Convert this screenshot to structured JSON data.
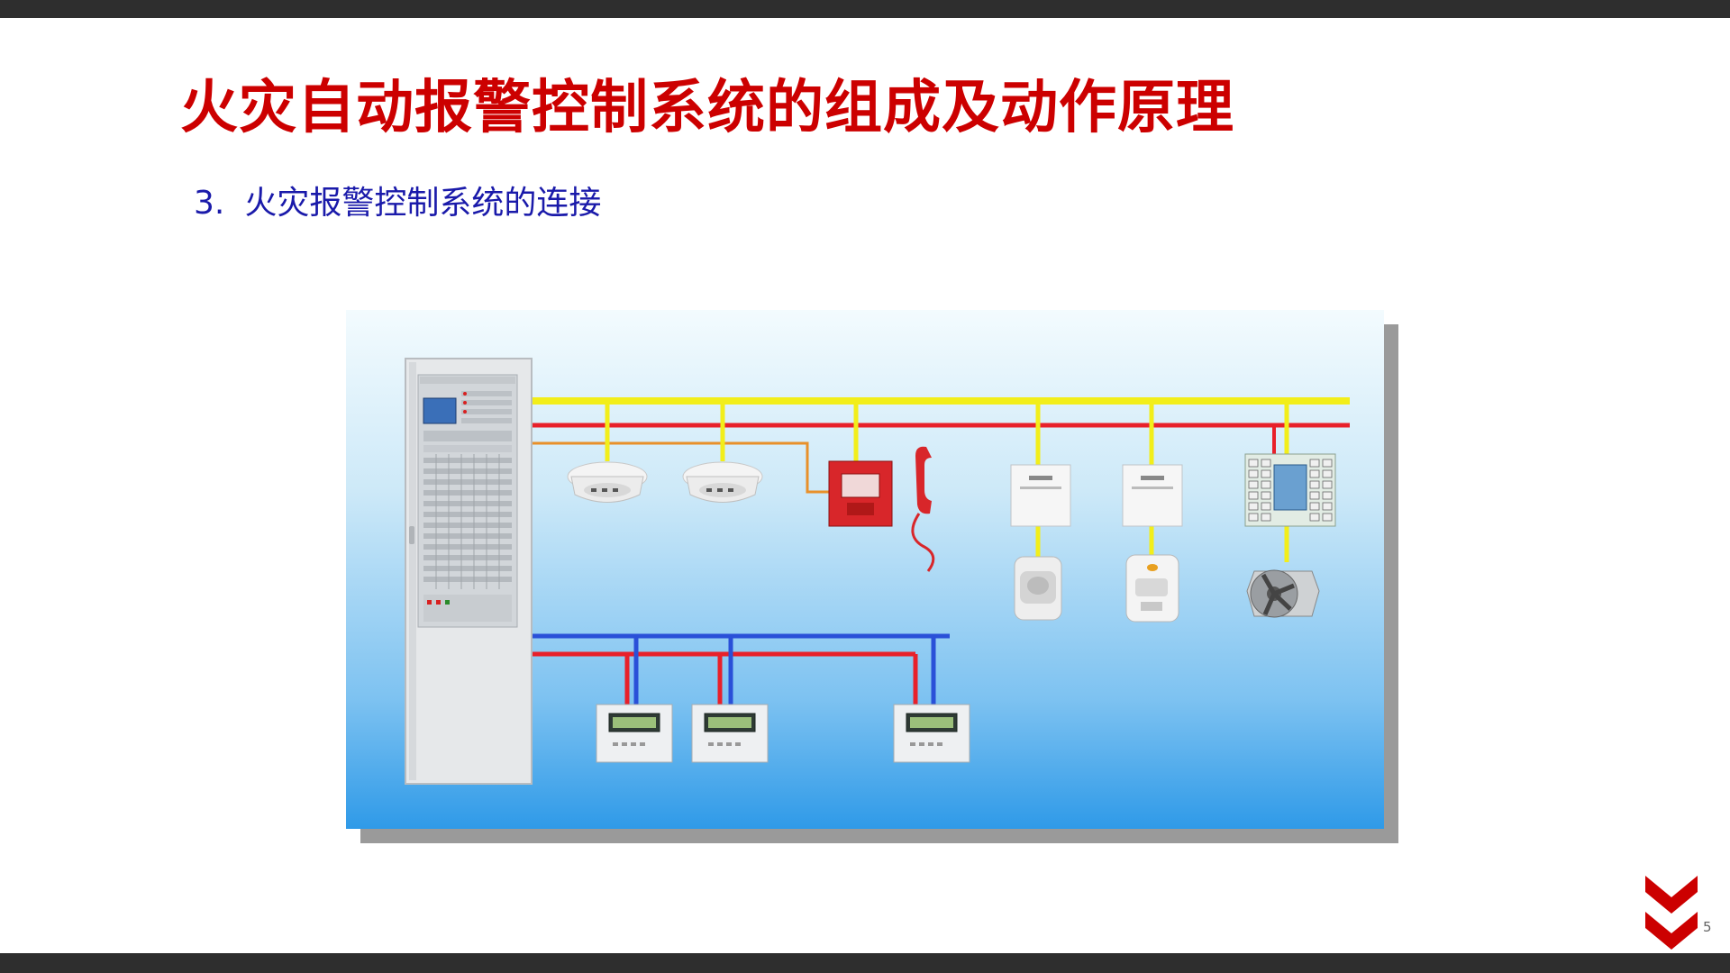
{
  "slide": {
    "title": "火灾自动报警控制系统的组成及动作原理",
    "subtitle_number": "3.",
    "subtitle_text": "火灾报警控制系统的连接",
    "page_number": "5"
  },
  "colors": {
    "title": "#cc0000",
    "subtitle": "#1a1aaa",
    "bars": "#2e2e2e",
    "bus_yellow": "#f2ee1a",
    "bus_red": "#e8202a",
    "bus_blue": "#2a50d8",
    "signal_orange": "#e8902a"
  },
  "diagram": {
    "components": [
      {
        "id": "control-cabinet",
        "icon": "fire-alarm-control-cabinet"
      },
      {
        "id": "smoke-detector-1",
        "icon": "smoke-detector-icon"
      },
      {
        "id": "smoke-detector-2",
        "icon": "smoke-detector-icon"
      },
      {
        "id": "manual-alarm-phone",
        "icon": "manual-call-point-phone-icon"
      },
      {
        "id": "module-1",
        "icon": "control-module-icon"
      },
      {
        "id": "module-2",
        "icon": "control-module-icon"
      },
      {
        "id": "relay-board",
        "icon": "relay-board-icon"
      },
      {
        "id": "sounder-strobe",
        "icon": "sounder-strobe-icon"
      },
      {
        "id": "gas-detector",
        "icon": "gas-detector-icon"
      },
      {
        "id": "exhaust-fan",
        "icon": "axial-fan-icon"
      },
      {
        "id": "repeater-panel-1",
        "icon": "repeater-panel-icon"
      },
      {
        "id": "repeater-panel-2",
        "icon": "repeater-panel-icon"
      },
      {
        "id": "repeater-panel-3",
        "icon": "repeater-panel-icon"
      }
    ]
  }
}
